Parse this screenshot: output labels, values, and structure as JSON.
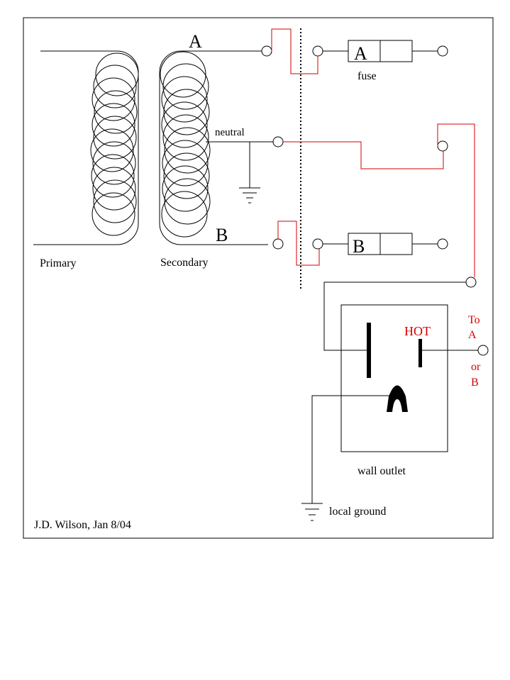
{
  "labels": {
    "phase_a": "A",
    "phase_b": "B",
    "neutral": "neutral",
    "primary": "Primary",
    "secondary": "Secondary",
    "fuse_a": "A",
    "fuse_b": "B",
    "fuse": "fuse",
    "hot": "HOT",
    "to_a_or_b": [
      "To",
      "A",
      "or",
      "B"
    ],
    "wall_outlet": "wall outlet",
    "local_ground": "local ground",
    "credit": "J.D. Wilson, Jan 8/04"
  },
  "colors": {
    "wire": "#000000",
    "hot_wire": "#d40000",
    "hot_label": "#d40000"
  }
}
